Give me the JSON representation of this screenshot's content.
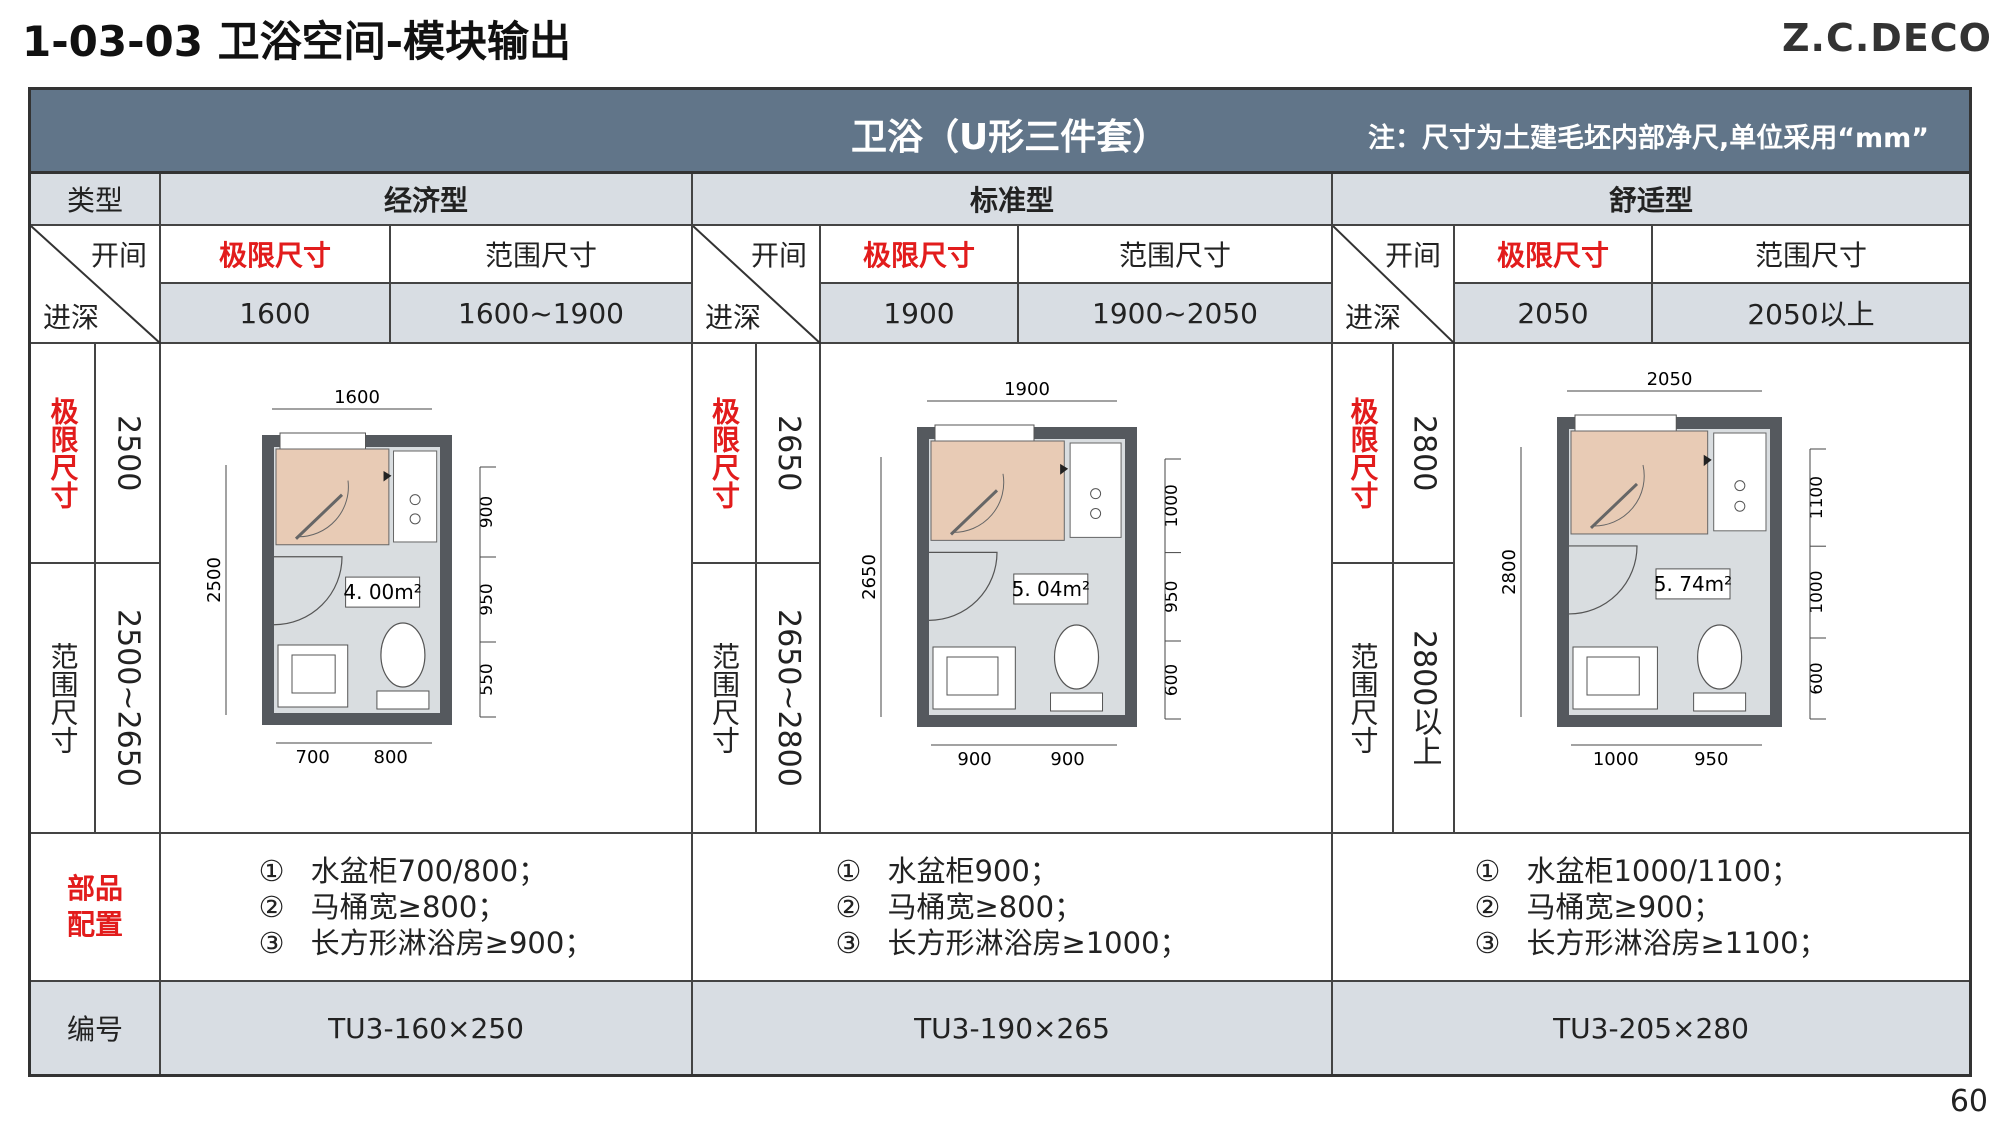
{
  "page": {
    "title": "1-03-03 卫浴空间-模块输出",
    "brand": "Z.C.DECO",
    "page_number": "60"
  },
  "header": {
    "title": "卫浴（U形三件套）",
    "note": "注：尺寸为土建毛坯内部净尺,单位采用“mm”"
  },
  "labels": {
    "type": "类型",
    "width": "开间",
    "depth": "进深",
    "limit_size": "极限尺寸",
    "range_size": "范围尺寸",
    "limit_size_vert": "极限尺寸",
    "range_size_vert": "范围尺寸",
    "parts_config": "部品配置",
    "code": "编号"
  },
  "types": [
    {
      "name": "经济型",
      "width_limit": "1600",
      "width_range": "1600~1900",
      "depth_limit": "2500",
      "depth_range": "2500~2650",
      "plan": {
        "top_dim": "1600",
        "left_dim": "2500",
        "right_dims": [
          "900",
          "950",
          "550"
        ],
        "bottom_dims": [
          "700",
          "800"
        ],
        "area": "4. 00m²"
      },
      "parts": [
        "水盆柜700/800；",
        "马桶宽≥800；",
        "长方形淋浴房≥900；"
      ],
      "code": "TU3-160×250"
    },
    {
      "name": "标准型",
      "width_limit": "1900",
      "width_range": "1900~2050",
      "depth_limit": "2650",
      "depth_range": "2650~2800",
      "plan": {
        "top_dim": "1900",
        "left_dim": "2650",
        "right_dims": [
          "1000",
          "950",
          "600"
        ],
        "bottom_dims": [
          "900",
          "900"
        ],
        "area": "5. 04m²"
      },
      "parts": [
        "水盆柜900；",
        "马桶宽≥800；",
        "长方形淋浴房≥1000；"
      ],
      "code": "TU3-190×265"
    },
    {
      "name": "舒适型",
      "width_limit": "2050",
      "width_range": "2050以上",
      "depth_limit": "2800",
      "depth_range": "2800以上",
      "plan": {
        "top_dim": "2050",
        "left_dim": "2800",
        "right_dims": [
          "1100",
          "1000",
          "600"
        ],
        "bottom_dims": [
          "1000",
          "950"
        ],
        "area": "5. 74m²"
      },
      "parts": [
        "水盆柜1000/1100；",
        "马桶宽≥900；",
        "长方形淋浴房≥1100；"
      ],
      "code": "TU3-205×280"
    }
  ],
  "markers": [
    "①",
    "②",
    "③"
  ],
  "colors": {
    "header_bg": "#617589",
    "cell_grey": "#d8dde3",
    "accent_red": "#e21c1c",
    "shower_fill": "#e8cbb5",
    "floor_fill": "#d9dde0",
    "wall_fill": "#55595e"
  }
}
